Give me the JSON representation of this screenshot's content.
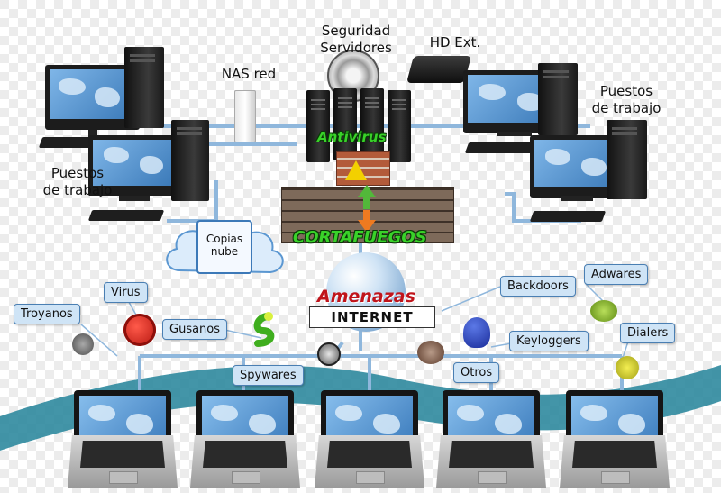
{
  "labels": {
    "seguridad_servidores": "Seguridad\nServidores",
    "hd_ext": "HD Ext.",
    "nas_red": "NAS red",
    "puestos_left": "Puestos\nde trabajo",
    "puestos_right": "Puestos\nde trabajo",
    "antivirus": "Antivirus",
    "cortafuegos": "CORTAFUEGOS",
    "copias_nube": "Copias\nnube",
    "amenazas": "Amenazas",
    "internet": "INTERNET"
  },
  "threats": {
    "troyanos": "Troyanos",
    "virus": "Virus",
    "gusanos": "Gusanos",
    "spywares": "Spywares",
    "backdoors": "Backdoors",
    "adwares": "Adwares",
    "keyloggers": "Keyloggers",
    "dialers": "Dialers",
    "otros": "Otros"
  },
  "colors": {
    "network_line": "#8fb7dc",
    "green_text": "#39d229",
    "amenazas_red": "#c0141b",
    "wave": "#2f8a9e",
    "brick": "#8a5a3c"
  },
  "icons": [
    "desktop-computer-icon",
    "laptop-icon",
    "server-icon",
    "nas-icon",
    "hard-drive-icon",
    "vault-dial-icon",
    "firewall-wall-icon",
    "cloud-icon",
    "globe-icon",
    "warning-icon"
  ]
}
